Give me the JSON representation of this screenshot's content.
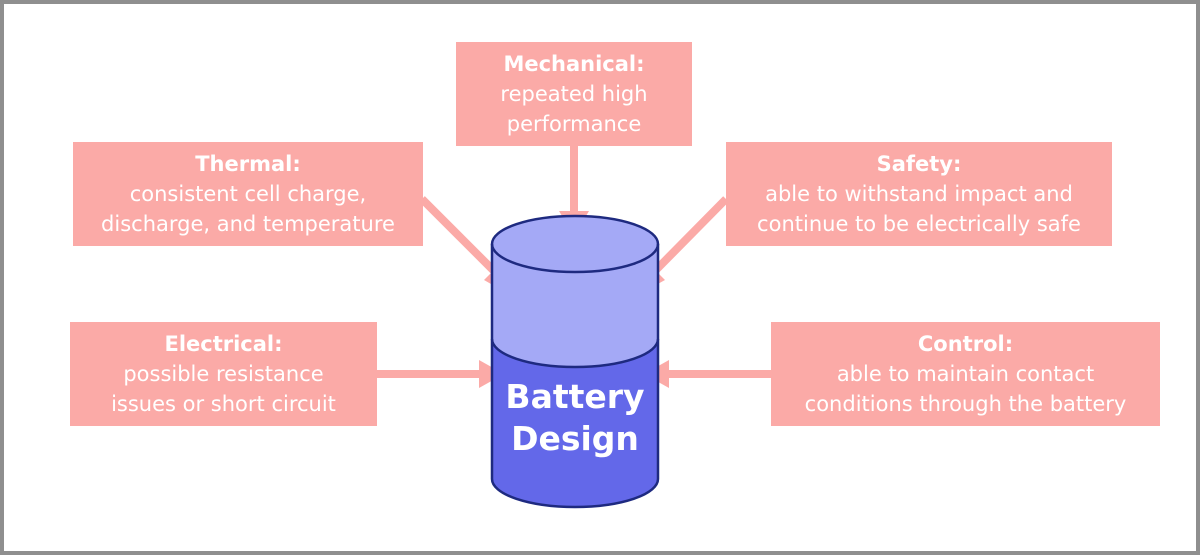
{
  "diagram": {
    "center": {
      "line1": "Battery",
      "line2": "Design"
    },
    "factors": {
      "mechanical": {
        "title": "Mechanical:",
        "desc": "repeated high\nperformance"
      },
      "thermal": {
        "title": "Thermal:",
        "desc": "consistent cell charge,\ndischarge, and temperature"
      },
      "safety": {
        "title": "Safety:",
        "desc": "able to withstand impact and\ncontinue to be electrically safe"
      },
      "electrical": {
        "title": "Electrical:",
        "desc": "possible resistance\nissues or short circuit"
      },
      "control": {
        "title": "Control:",
        "desc": "able to maintain contact\nconditions through the battery"
      }
    }
  },
  "colors": {
    "box_fill": "#fbaaa7",
    "arrow": "#fbaaa7",
    "battery_top": "#a4a9f6",
    "battery_body": "#6368e9",
    "battery_outline": "#1e2a80",
    "text": "#ffffff",
    "border": "#8f8f8f"
  }
}
